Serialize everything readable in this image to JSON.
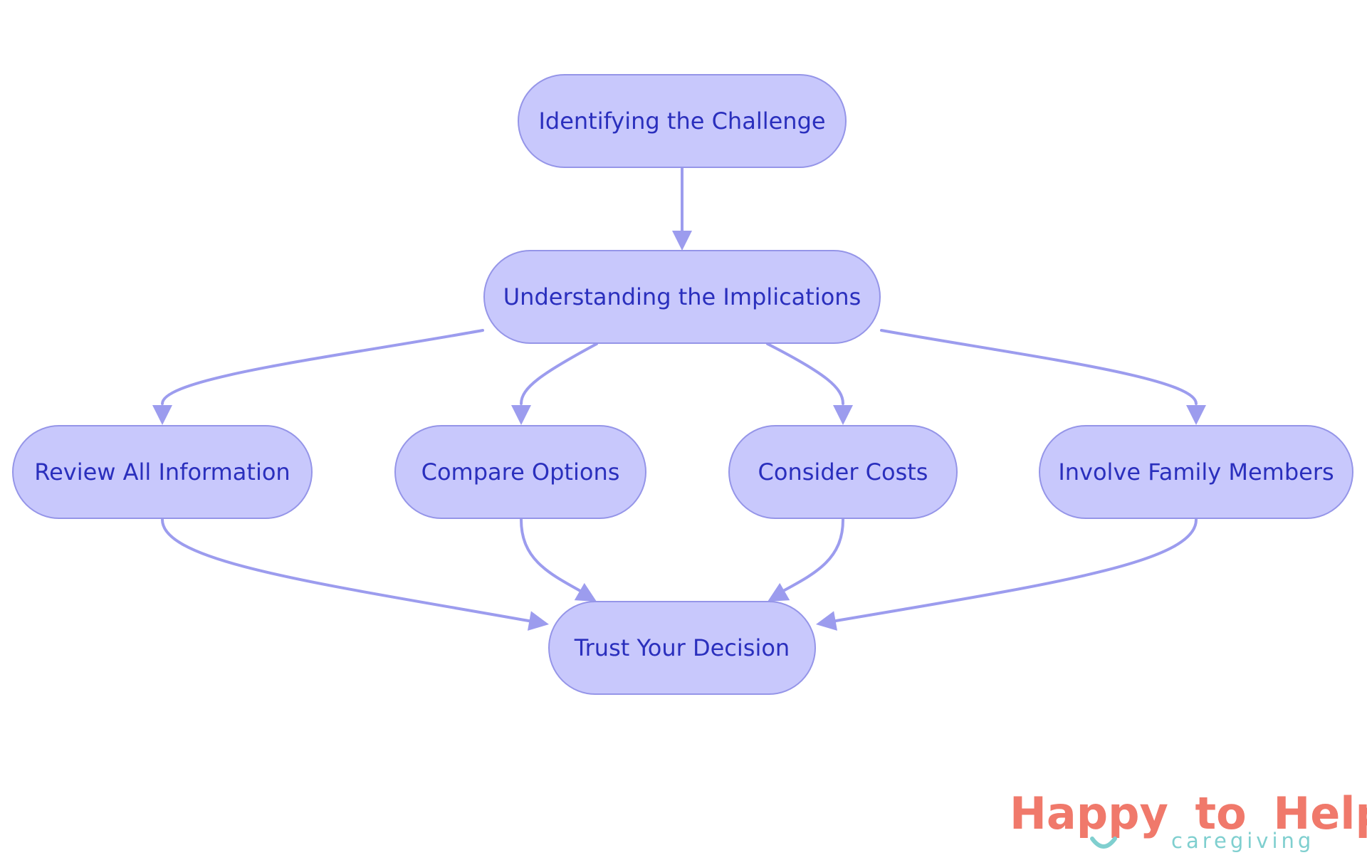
{
  "diagram": {
    "nodes": [
      {
        "id": "n1",
        "label": "Identifying the Challenge"
      },
      {
        "id": "n2",
        "label": "Understanding the Implications"
      },
      {
        "id": "n3",
        "label": "Review All Information"
      },
      {
        "id": "n4",
        "label": "Compare Options"
      },
      {
        "id": "n5",
        "label": "Consider Costs"
      },
      {
        "id": "n6",
        "label": "Involve Family Members"
      },
      {
        "id": "n7",
        "label": "Trust Your Decision"
      }
    ],
    "edges": [
      {
        "from": "n1",
        "to": "n2"
      },
      {
        "from": "n2",
        "to": "n3"
      },
      {
        "from": "n2",
        "to": "n4"
      },
      {
        "from": "n2",
        "to": "n5"
      },
      {
        "from": "n2",
        "to": "n6"
      },
      {
        "from": "n3",
        "to": "n7"
      },
      {
        "from": "n4",
        "to": "n7"
      },
      {
        "from": "n5",
        "to": "n7"
      },
      {
        "from": "n6",
        "to": "n7"
      }
    ],
    "colors": {
      "node_fill": "#c8c8fc",
      "node_stroke": "#9595e8",
      "edge": "#9c9cee",
      "label": "#2a2fbd"
    }
  },
  "logo": {
    "word_1": "Happy",
    "word_2": "to",
    "word_3": "Help",
    "tagline": "caregiving",
    "colors": {
      "coral": "#f0796b",
      "teal": "#7fcfcf"
    }
  }
}
